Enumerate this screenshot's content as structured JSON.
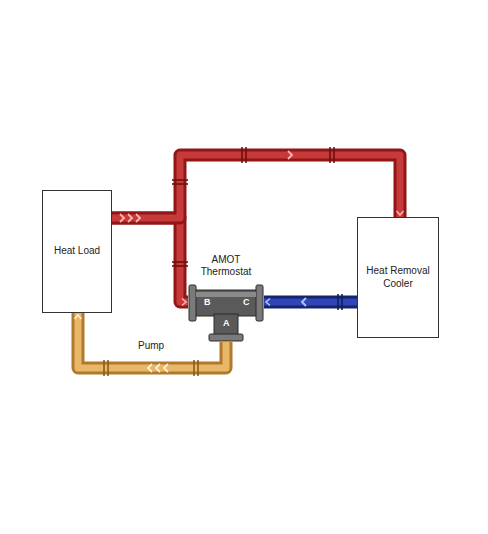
{
  "diagram": {
    "nodes": [
      {
        "text": [
          "Heat Load"
        ]
      },
      {
        "text": [
          "AMOT Thermostat",
          "B",
          "C",
          "A"
        ]
      },
      {
        "text": [
          "Heat Removal Cooler"
        ]
      }
    ],
    "edges": [
      {
        "from": 0,
        "to": 1,
        "arrow": "to"
      },
      {
        "from": 0,
        "to": 2,
        "arrow": "to"
      },
      {
        "from": 2,
        "to": 1,
        "arrow": "to"
      },
      {
        "from": 1,
        "to": 0,
        "arrow": "to"
      }
    ],
    "labels": [
      "Pump"
    ]
  }
}
